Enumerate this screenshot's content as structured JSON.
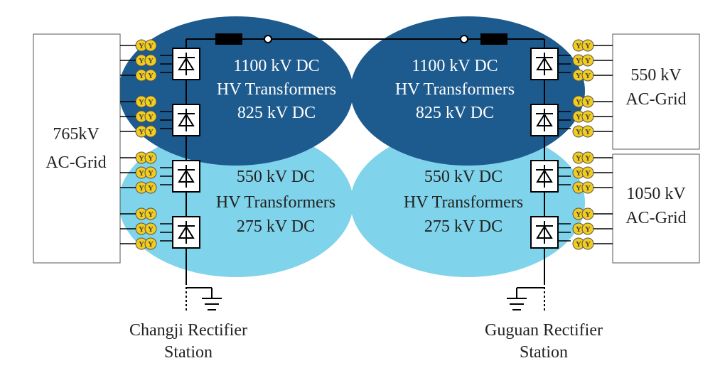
{
  "colors": {
    "dark_ellipse": "#1d5a8e",
    "light_ellipse": "#7fd3ea",
    "wire": "#000000",
    "transformer_fill": "#f3cd1d",
    "white": "#ffffff"
  },
  "labels": {
    "left_grid_line1": "765kV",
    "left_grid_line2": "AC-Grid",
    "left_upper_line1": "1100 kV DC",
    "left_upper_line2": "HV Transformers",
    "left_upper_line3": "825 kV DC",
    "left_lower_line1": "550 kV DC",
    "left_lower_line2": "HV Transformers",
    "left_lower_line3": "275 kV DC",
    "right_upper_line1": "1100 kV DC",
    "right_upper_line2": "HV Transformers",
    "right_upper_line3": "825 kV DC",
    "right_lower_line1": "550 kV DC",
    "right_lower_line2": "HV Transformers",
    "right_lower_line3": "275 kV DC",
    "right_grid_top_line1": "550 kV",
    "right_grid_top_line2": "AC-Grid",
    "right_grid_bottom_line1": "1050 kV",
    "right_grid_bottom_line2": "AC-Grid",
    "left_station_line1": "Changji Rectifier",
    "left_station_line2": "Station",
    "right_station_line1": "Guguan Rectifier",
    "right_station_line2": "Station"
  },
  "transformer_glyph": "Y"
}
